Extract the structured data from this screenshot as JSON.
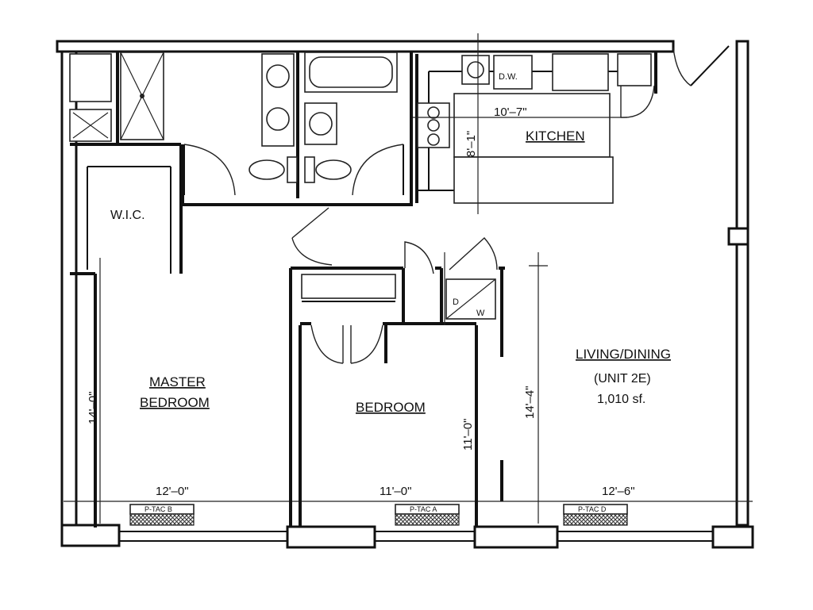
{
  "rooms": {
    "wic": "W.I.C.",
    "kitchen": "KITCHEN",
    "master_bedroom_line1": "MASTER",
    "master_bedroom_line2": "BEDROOM",
    "bedroom": "BEDROOM",
    "living_dining": "LIVING/DINING"
  },
  "unit": {
    "name": "(UNIT 2E)",
    "area": "1,010 sf."
  },
  "dimensions": {
    "kitchen_width": "10'–7\"",
    "kitchen_depth": "8'–1\"",
    "master_depth": "14'–0\"",
    "master_width": "12'–0\"",
    "bedroom_width": "11'–0\"",
    "bedroom_depth": "11'–0\"",
    "living_depth": "14'–4\"",
    "living_width": "12'–6\""
  },
  "equipment": {
    "dishwasher": "D.W.",
    "ptac_b": "P-TAC B",
    "ptac_a": "P-TAC A",
    "ptac_d": "P-TAC D",
    "closet_d": "D",
    "closet_w": "W"
  }
}
